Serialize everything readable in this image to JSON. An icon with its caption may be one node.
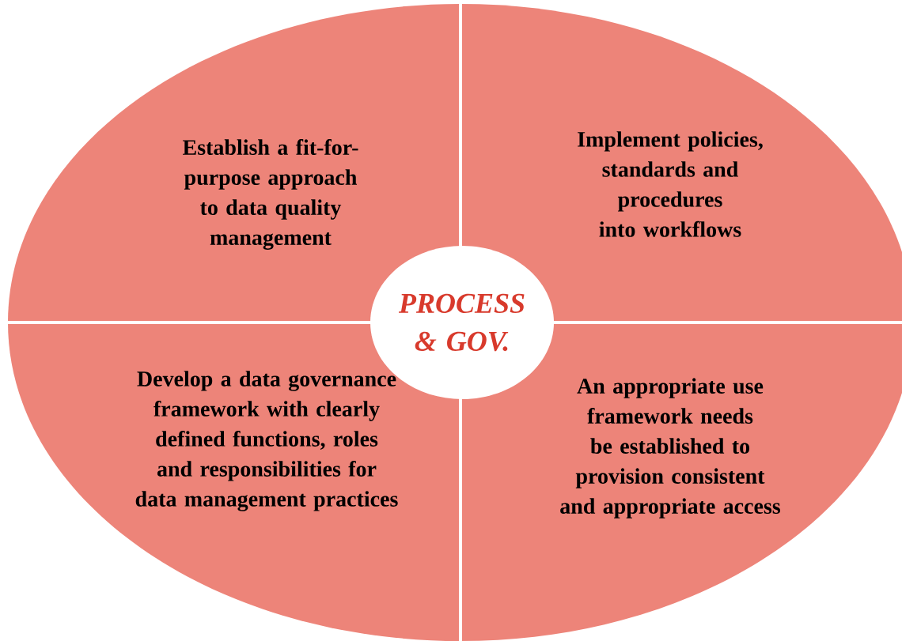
{
  "diagram": {
    "nodes": [
      {
        "text": [
          "Establish a fit-for-purpose approach to data quality management"
        ]
      },
      {
        "text": [
          "Implement policies, standards and procedures into workflows"
        ]
      },
      {
        "text": [
          "PROCESS & GOV."
        ]
      },
      {
        "text": [
          "Develop a data governance framework with clearly defined functions, roles and responsibilities for data management practices"
        ]
      },
      {
        "text": [
          "An appropriate use framework needs be established to provision consistent and appropriate access"
        ]
      }
    ]
  }
}
